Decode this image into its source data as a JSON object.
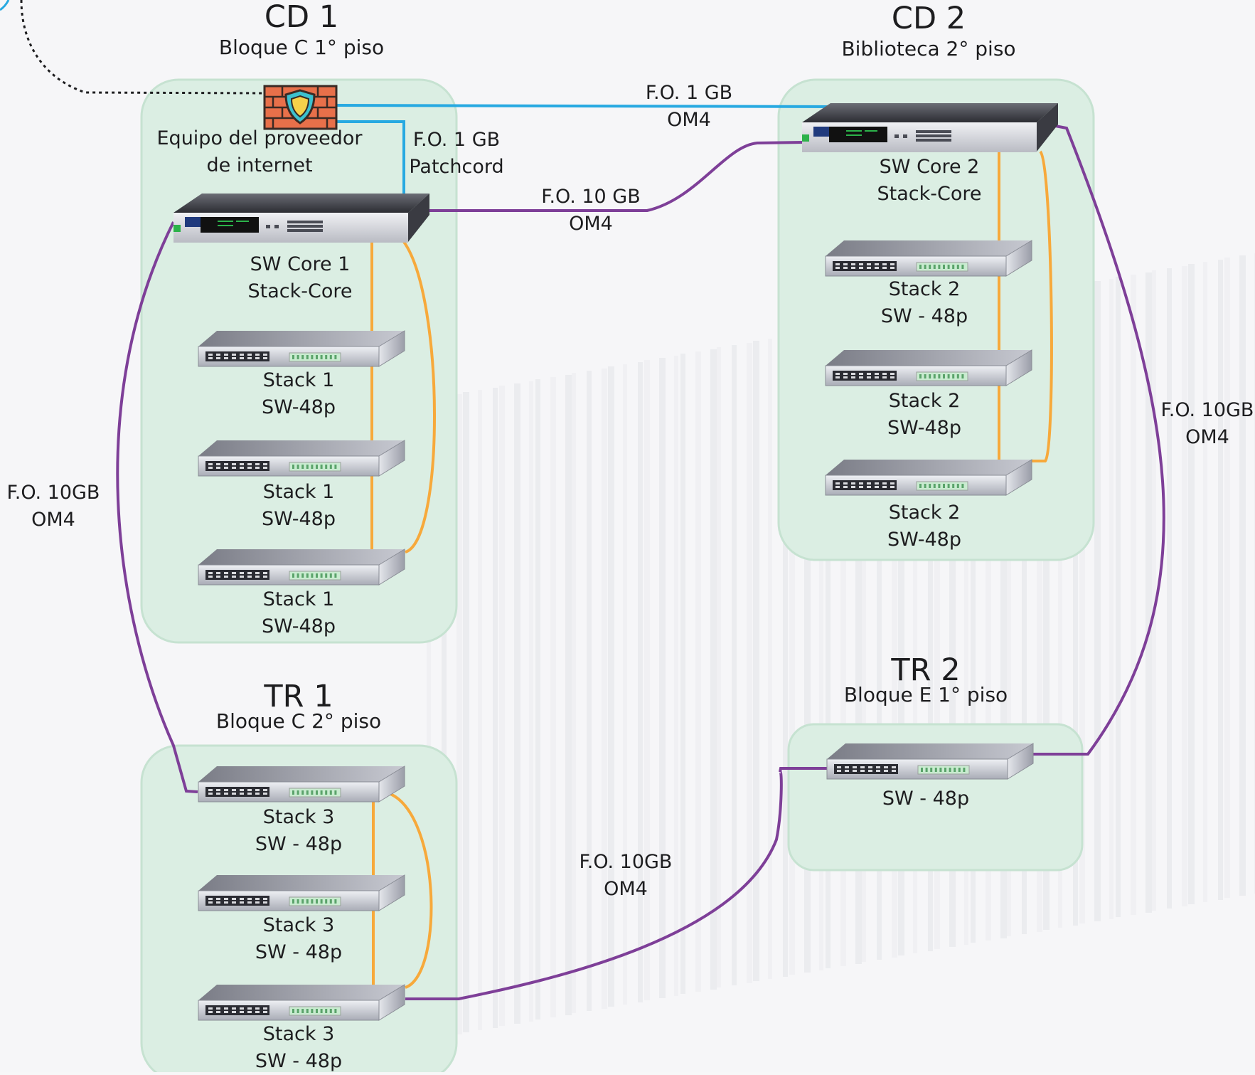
{
  "colors": {
    "zone_fill": "#dbeee3",
    "zone_stroke": "#c6e2d1",
    "fiber_1gb": "#27a9e1",
    "fiber_10gb": "#7e3f98",
    "stack_cable": "#f7a93b",
    "isp_dotted": "#1d1d1f"
  },
  "zones": {
    "cd1": {
      "title": "CD 1",
      "subtitle": "Bloque C 1° piso"
    },
    "cd2": {
      "title": "CD 2",
      "subtitle": "Biblioteca 2° piso"
    },
    "tr1": {
      "title": "TR 1",
      "subtitle": "Bloque C 2° piso"
    },
    "tr2": {
      "title": "TR 2",
      "subtitle": "Bloque E 1° piso"
    }
  },
  "devices": {
    "firewall": {
      "icon": "firewall-icon",
      "line1": "Equipo del proveedor",
      "line2": "de internet"
    },
    "core1": {
      "line1": "SW Core 1",
      "line2": "Stack-Core"
    },
    "core2": {
      "line1": "SW Core 2",
      "line2": "Stack-Core"
    },
    "stack1": [
      {
        "line1": "Stack 1",
        "line2": "SW-48p"
      },
      {
        "line1": "Stack 1",
        "line2": "SW-48p"
      },
      {
        "line1": "Stack 1",
        "line2": "SW-48p"
      }
    ],
    "stack2": [
      {
        "line1": "Stack  2",
        "line2": "SW - 48p"
      },
      {
        "line1": "Stack  2",
        "line2": "SW-48p"
      },
      {
        "line1": "Stack  2",
        "line2": "SW-48p"
      }
    ],
    "stack3": [
      {
        "line1": "Stack 3",
        "line2": "SW - 48p"
      },
      {
        "line1": "Stack 3",
        "line2": "SW - 48p"
      },
      {
        "line1": "Stack 3",
        "line2": "SW - 48p"
      }
    ],
    "tr2_switch": {
      "line1": "SW - 48p"
    }
  },
  "links": {
    "fw_to_cd2": {
      "line1": "F.O. 1 GB",
      "line2": "OM4"
    },
    "fw_to_core1": {
      "line1": "F.O. 1 GB",
      "line2": "Patchcord"
    },
    "core1_to_core2": {
      "line1": "F.O. 10 GB",
      "line2": "OM4"
    },
    "core1_to_tr1": {
      "line1": "F.O. 10GB",
      "line2": "OM4"
    },
    "core2_to_tr2": {
      "line1": "F.O. 10GB",
      "line2": "OM4"
    },
    "tr1_to_tr2": {
      "line1": "F.O. 10GB",
      "line2": "OM4"
    }
  }
}
